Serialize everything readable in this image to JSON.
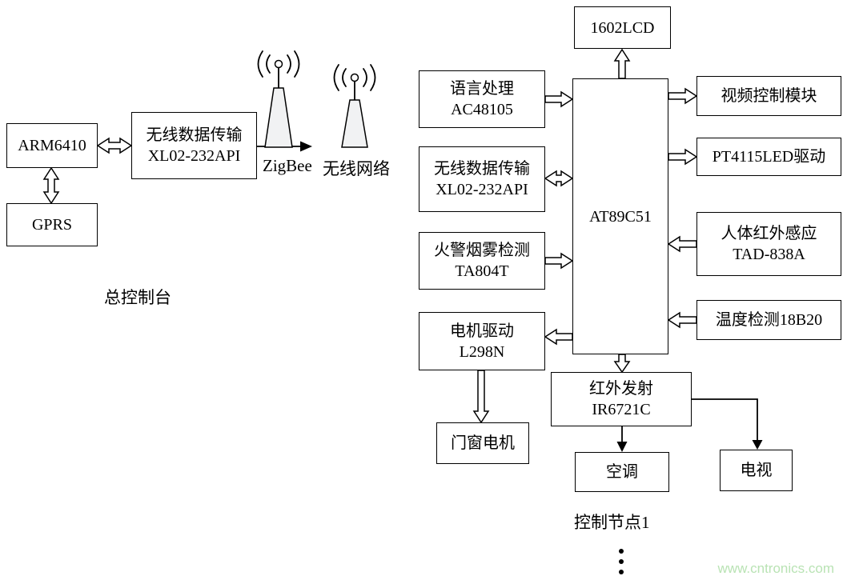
{
  "master": {
    "caption": "总控制台",
    "arm": "ARM6410",
    "gprs": "GPRS",
    "wireless_line1": "无线数据传输",
    "wireless_line2": "XL02-232API",
    "zigbee_label": "ZigBee",
    "network_label": "无线网络"
  },
  "node": {
    "caption": "控制节点1",
    "lcd": "1602LCD",
    "mcu": "AT89C51",
    "speech_line1": "语言处理",
    "speech_line2": "AC48105",
    "wireless_line1": "无线数据传输",
    "wireless_line2": "XL02-232API",
    "smoke_line1": "火警烟雾检测",
    "smoke_line2": "TA804T",
    "motor_line1": "电机驱动",
    "motor_line2": "L298N",
    "door_motor": "门窗电机",
    "video": "视频控制模块",
    "led": "PT4115LED驱动",
    "pir_line1": "人体红外感应",
    "pir_line2": "TAD-838A",
    "temp": "温度检测18B20",
    "ir_line1": "红外发射",
    "ir_line2": "IR6721C",
    "ac": "空调",
    "tv": "电视"
  },
  "connections": [
    {
      "from": "ARM6410",
      "to": "无线数据传输 XL02-232API",
      "style": "double-hollow"
    },
    {
      "from": "ARM6410",
      "to": "GPRS",
      "style": "double-hollow"
    },
    {
      "from": "无线数据传输 XL02-232API",
      "to": "无线网络",
      "style": "thin-arrow",
      "label": "ZigBee"
    },
    {
      "from": "语言处理 AC48105",
      "to": "AT89C51",
      "style": "hollow"
    },
    {
      "from": "无线数据传输 XL02-232API",
      "to": "AT89C51",
      "style": "double-hollow"
    },
    {
      "from": "火警烟雾检测 TA804T",
      "to": "AT89C51",
      "style": "hollow"
    },
    {
      "from": "AT89C51",
      "to": "电机驱动 L298N",
      "style": "hollow"
    },
    {
      "from": "电机驱动 L298N",
      "to": "门窗电机",
      "style": "hollow"
    },
    {
      "from": "AT89C51",
      "to": "1602LCD",
      "style": "hollow"
    },
    {
      "from": "AT89C51",
      "to": "视频控制模块",
      "style": "hollow"
    },
    {
      "from": "AT89C51",
      "to": "PT4115LED驱动",
      "style": "hollow"
    },
    {
      "from": "人体红外感应 TAD-838A",
      "to": "AT89C51",
      "style": "hollow"
    },
    {
      "from": "温度检测18B20",
      "to": "AT89C51",
      "style": "hollow"
    },
    {
      "from": "AT89C51",
      "to": "红外发射 IR6721C",
      "style": "hollow"
    },
    {
      "from": "红外发射 IR6721C",
      "to": "空调",
      "style": "thin-arrow"
    },
    {
      "from": "红外发射 IR6721C",
      "to": "电视",
      "style": "thin-arrow"
    }
  ],
  "watermark": {
    "text": "www.cntronics.com",
    "color": "#b9e3b4"
  }
}
